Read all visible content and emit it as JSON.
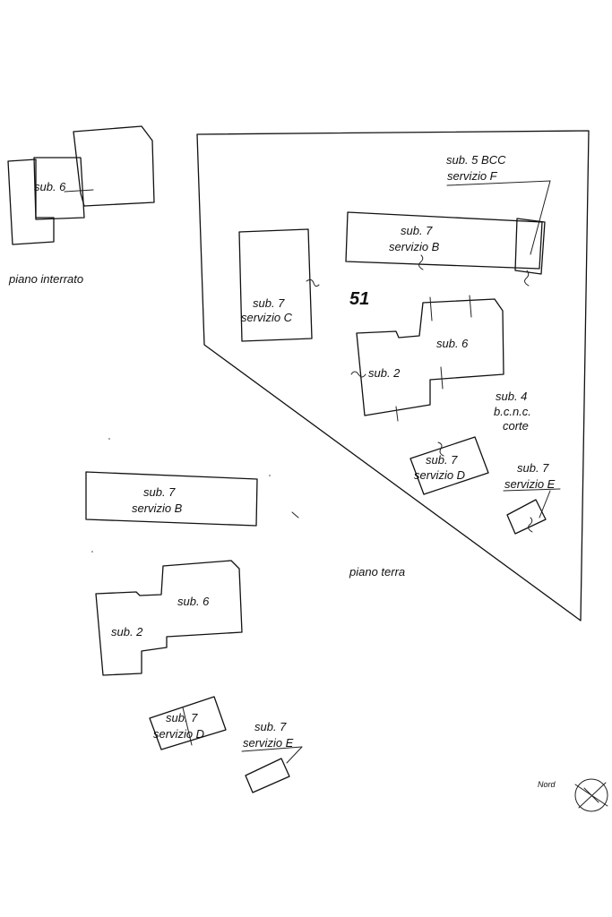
{
  "labels": {
    "piano_interrato": "piano interrato",
    "piano_terra": "piano terra",
    "parcel_number": "51",
    "nord": "Nord",
    "basement": {
      "sub6": "sub. 6"
    },
    "parcel": {
      "sub5_line1": "sub. 5 BCC",
      "sub5_line2": "servizio F",
      "sub7b_line1": "sub. 7",
      "sub7b_line2": "servizio B",
      "sub7c_line1": "sub. 7",
      "sub7c_line2": "servizio C",
      "sub6": "sub. 6",
      "sub2": "sub. 2",
      "sub4_line1": "sub. 4",
      "sub4_line2": "b.c.n.c.",
      "sub4_line3": "corte",
      "sub7d_line1": "sub. 7",
      "sub7d_line2": "servizio D",
      "sub7e_line1": "sub. 7",
      "sub7e_line2": "servizio E"
    },
    "ground": {
      "sub7b_line1": "sub. 7",
      "sub7b_line2": "servizio B",
      "sub6": "sub. 6",
      "sub2": "sub. 2",
      "sub7d_line1": "sub. 7",
      "sub7d_line2": "servizio D",
      "sub7e_line1": "sub. 7",
      "sub7e_line2": "servizio E"
    }
  }
}
